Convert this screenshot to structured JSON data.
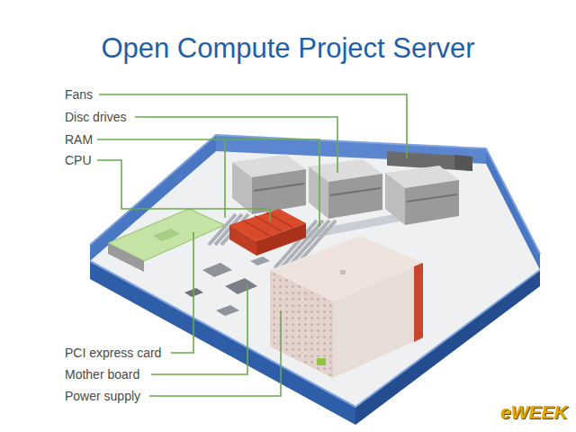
{
  "diagram": {
    "title": "Open Compute Project Server",
    "labels": [
      "Fans",
      "Disc drives",
      "RAM",
      "CPU",
      "PCI express card",
      "Mother board",
      "Power supply",
      "eWEEK"
    ]
  }
}
